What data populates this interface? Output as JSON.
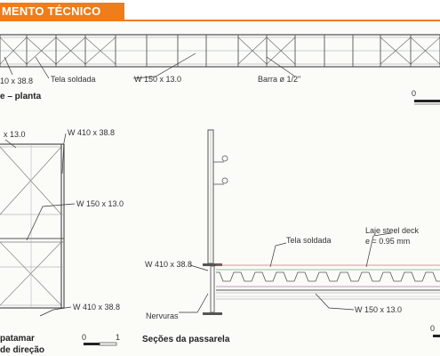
{
  "header": {
    "title": "MENTO TÉCNICO",
    "accent": "#ee7d1a"
  },
  "plan": {
    "title": "e – planta",
    "labels": {
      "w410": "10 x 38.8",
      "tela": "Tela soldada",
      "w150": "W 150 x 13.0",
      "barra": "Barra ø 1/2\""
    },
    "scale_start": "0"
  },
  "left": {
    "labels": {
      "top_beam": "x 13.0",
      "w410_top": "W 410 x 38.8",
      "w150_mid": "W 150 x 13.0",
      "w410_bottom": "W 410 x 38.8"
    },
    "caption_line1": "patamar",
    "caption_line2": "de direção",
    "scale_0": "0",
    "scale_1": "1"
  },
  "section": {
    "title": "Seções da passarela",
    "labels": {
      "tela": "Tela soldada",
      "laje": "Laje steel deck",
      "laje_e": "e = 0.95 mm",
      "w410": "W 410 x 38.8",
      "nervuras": "Nervuras",
      "w150": "W 150 x 13.0"
    },
    "scale_0": "0"
  }
}
